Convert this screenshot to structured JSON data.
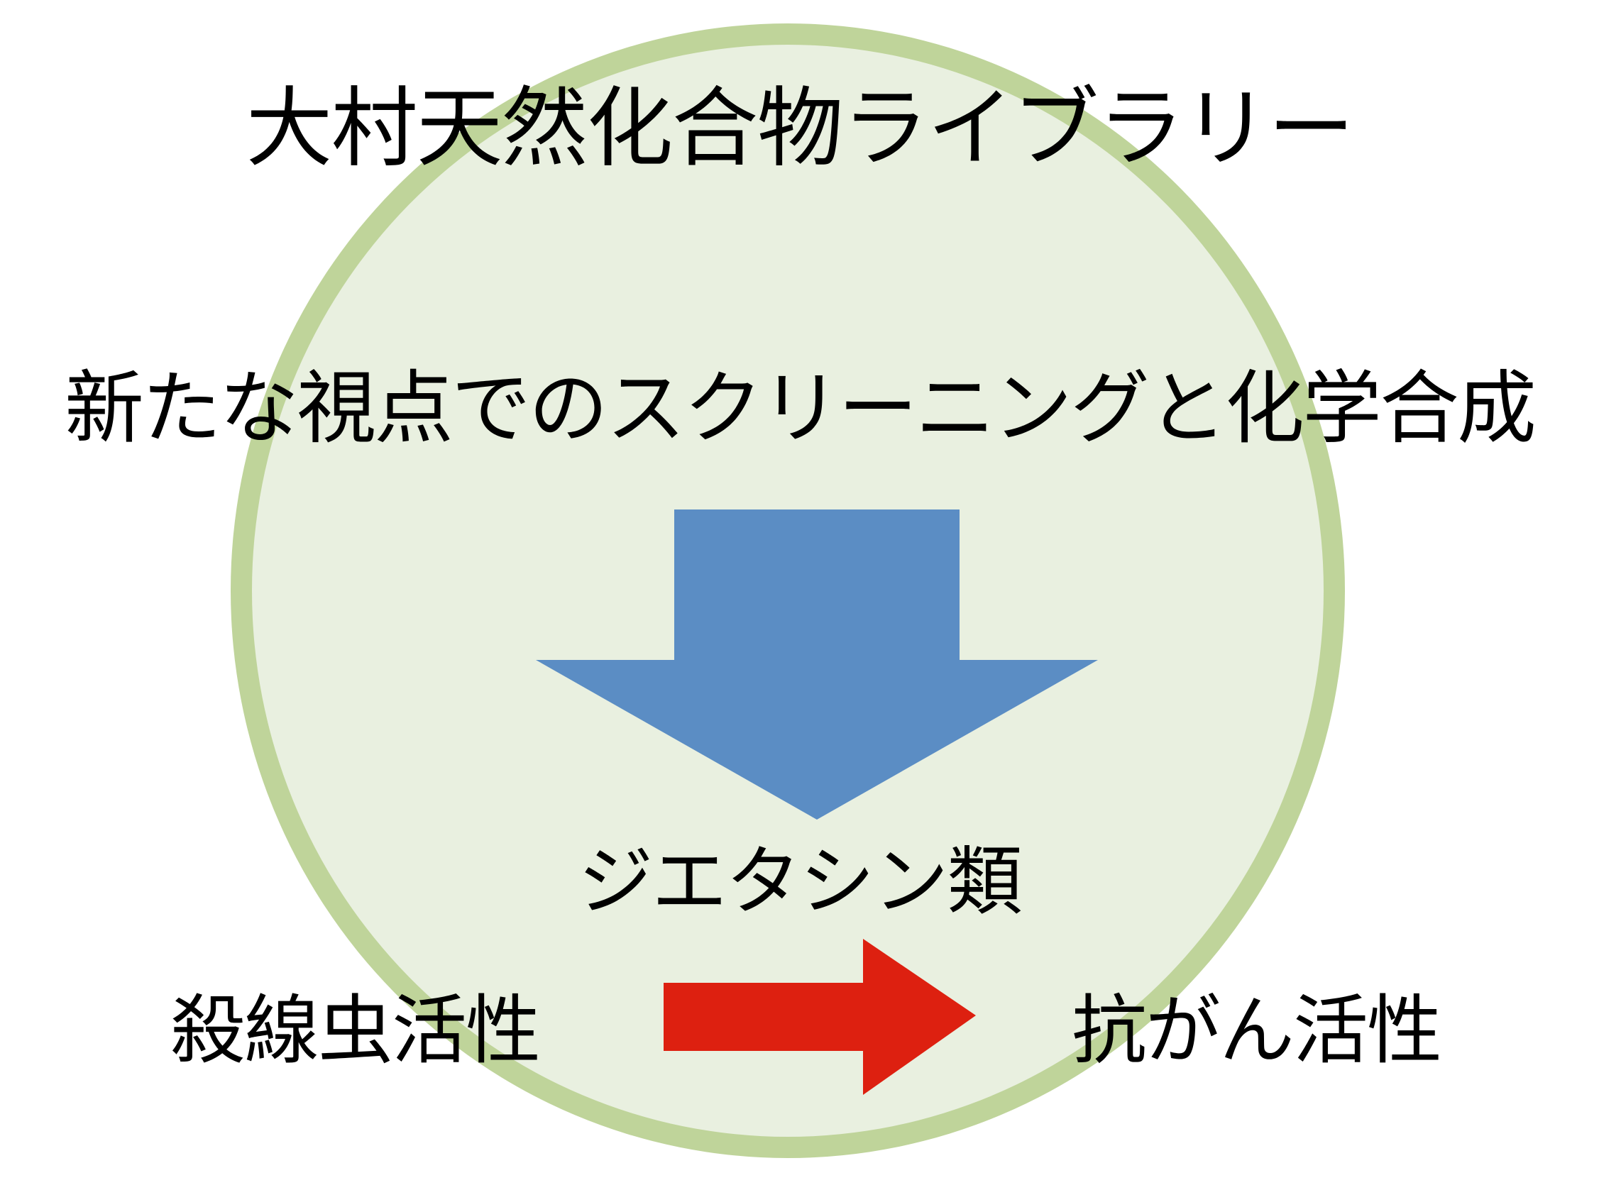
{
  "slide": {
    "background_color": "#FFFFFF",
    "ellipse": {
      "ring_color": "#BFD49A",
      "fill_color": "#E9F0E0",
      "name": "omura-library-ellipse"
    }
  },
  "title": {
    "text": "大村天然化合物ライブラリー"
  },
  "subtitle": {
    "text": "新たな視点でのスクリーニングと化学合成"
  },
  "down_arrow": {
    "icon": "arrow-down-icon",
    "color": "#5B8DC4"
  },
  "product": {
    "text": "ジエタシン類"
  },
  "right_arrow": {
    "icon": "arrow-right-icon",
    "color": "#DD2010"
  },
  "activities": {
    "left": "殺線虫活性",
    "right": "抗がん活性"
  },
  "chart_data": {
    "type": "diagram",
    "title": "大村天然化合物ライブラリー",
    "nodes": [
      {
        "id": "library",
        "label": "大村天然化合物ライブラリー",
        "role": "title"
      },
      {
        "id": "approach",
        "label": "新たな視点でのスクリーニングと化学合成",
        "role": "process"
      },
      {
        "id": "product",
        "label": "ジエタシン類",
        "role": "result"
      },
      {
        "id": "activity_old",
        "label": "殺線虫活性",
        "role": "activity-source"
      },
      {
        "id": "activity_new",
        "label": "抗がん活性",
        "role": "activity-target"
      }
    ],
    "edges": [
      {
        "from": "approach",
        "to": "product",
        "style": "arrow-down",
        "color": "#5B8DC4"
      },
      {
        "from": "activity_old",
        "to": "activity_new",
        "style": "arrow-right",
        "color": "#DD2010"
      }
    ]
  }
}
